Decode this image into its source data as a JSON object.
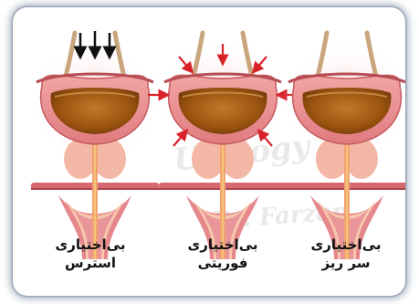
{
  "panels": [
    {
      "id": "stress",
      "label_line1": "بی‌اختیاری",
      "label_line2": "استرس",
      "arrow_style": "down-arrows"
    },
    {
      "id": "urge",
      "label_line1": "بی‌اختیاری",
      "label_line2": "فوریتی",
      "arrow_style": "radial-arrows"
    },
    {
      "id": "overflow",
      "label_line1": "بی‌اختیاری",
      "label_line2": "سر ریز",
      "arrow_style": "none"
    }
  ],
  "watermark": {
    "line1": "Urology",
    "line2": "Dr. Farzan"
  },
  "colors": {
    "bladder_wall": "#e8848a",
    "urine": "#a55a12",
    "arrows_stress": "#111111",
    "arrows_urge": "#d8232a",
    "ureter": "#c9a57e"
  }
}
